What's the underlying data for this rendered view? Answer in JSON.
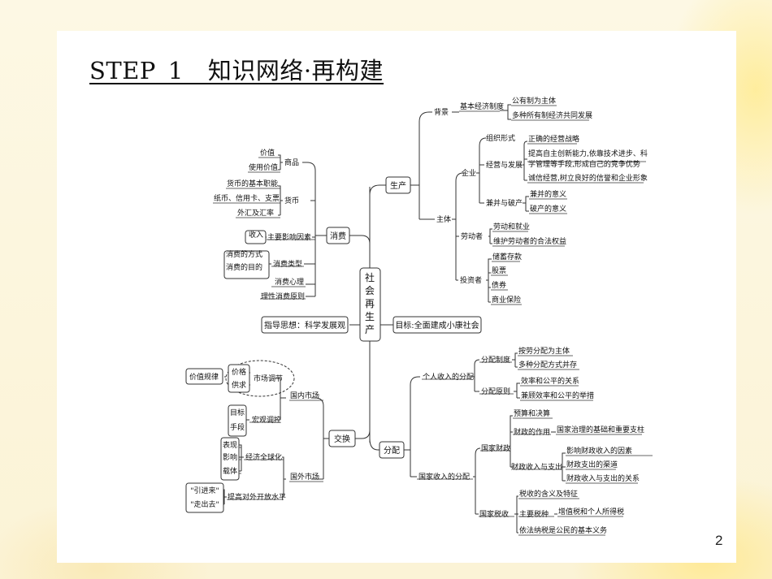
{
  "slide": {
    "title": "STEP_1__知识网络·再构建",
    "page_number": "2"
  },
  "mindmap": {
    "center": "社会再生产",
    "production": {
      "label": "生产",
      "background": {
        "label": "背景",
        "system": "基本经济制度",
        "items": [
          "公有制为主体",
          "多种所有制经济共同发展"
        ]
      },
      "subject": {
        "label": "主体",
        "enterprise": {
          "label": "企业",
          "org_form": "组织形式",
          "operation": {
            "label": "经营与发展",
            "items": [
              "正确的经营战略",
              "提高自主创新能力,依靠技术进步、科",
              "学管理等手段,形成自己的竞争优势",
              "诚信经营,树立良好的信誉和企业形象"
            ]
          },
          "merger": {
            "label": "兼并与破产",
            "items": [
              "兼并的意义",
              "破产的意义"
            ]
          }
        },
        "worker": {
          "label": "劳动者",
          "items": [
            "劳动和就业",
            "维护劳动者的合法权益"
          ]
        },
        "investor": {
          "label": "投资者",
          "items": [
            "储蓄存款",
            "股票",
            "债券",
            "商业保险"
          ]
        }
      }
    },
    "consumption": {
      "label": "消费",
      "main_factors": "主要影响因素",
      "shouru": "收入",
      "goods": {
        "label": "商品",
        "items": [
          "价值",
          "使用价值"
        ]
      },
      "currency": {
        "label": "货币",
        "items": [
          "货币的基本职能",
          "纸币、信用卡、支票",
          "外汇及汇率"
        ]
      },
      "type": {
        "label": "消费类型",
        "items": [
          "消费的方式",
          "消费的目的"
        ]
      },
      "psychology": "消费心理",
      "principle": "理性消费原则"
    },
    "guiding_thought": "指导思想：科学发展观",
    "goal": "目标:全面建成小康社会",
    "exchange": {
      "label": "交换",
      "domestic": {
        "label": "国内市场",
        "market_regulation": "市场调节",
        "value_law": "价值规律",
        "items": [
          "价格",
          "供求"
        ],
        "macro": {
          "label": "宏观调控",
          "items": [
            "目标",
            "手段"
          ]
        }
      },
      "foreign": {
        "label": "国外市场",
        "globalization": {
          "label": "经济全球化",
          "items": [
            "表现",
            "影响",
            "载体"
          ]
        },
        "opening": {
          "label": "提高对外开放水平",
          "items": [
            "\"引进来\"",
            "\"走出去\""
          ]
        }
      }
    },
    "distribution": {
      "label": "分配",
      "personal": {
        "label": "个人收入的分配",
        "system": {
          "label": "分配制度",
          "items": [
            "按劳分配为主体",
            "多种分配方式并存"
          ]
        },
        "principle": {
          "label": "分配原则",
          "items": [
            "效率和公平的关系",
            "兼顾效率和公平的举措"
          ]
        }
      },
      "national": {
        "label": "国家收入的分配",
        "finance": {
          "label": "国家财政",
          "budget": "预算和决算",
          "role": {
            "label": "财政的作用",
            "item": "国家治理的基础和重要支柱"
          },
          "income_expense": {
            "label": "财政收入与支出",
            "items": [
              "影响财政收入的因素",
              "财政支出的渠道",
              "财政收入与支出的关系"
            ]
          }
        },
        "tax": {
          "label": "国家税收",
          "items": [
            "税收的含义及特征",
            "依法纳税是公民的基本义务"
          ],
          "main_tax": {
            "label": "主要税种",
            "item": "增值税和个人所得税"
          }
        }
      }
    }
  },
  "colors": {
    "line": "#333333",
    "text": "#111111",
    "background": "#fbf6df"
  }
}
